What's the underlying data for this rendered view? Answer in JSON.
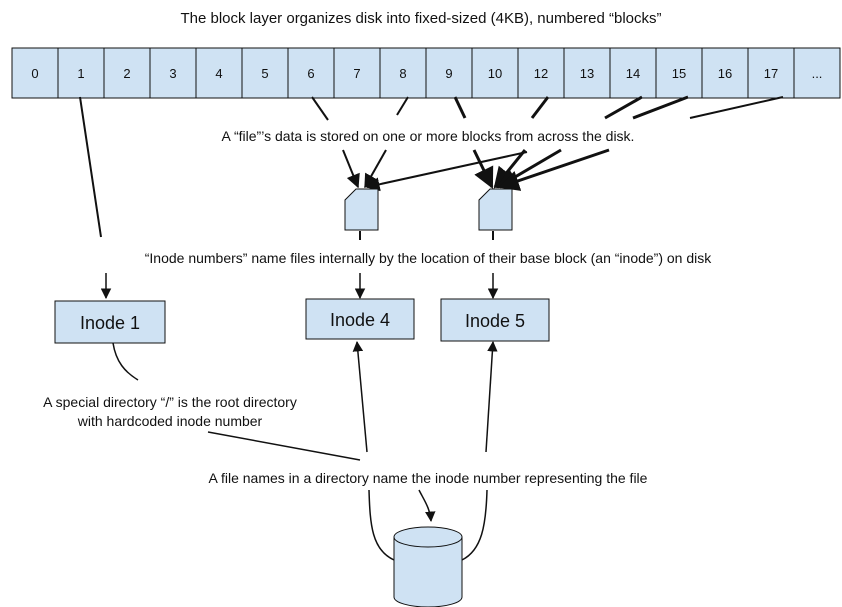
{
  "title": "The block layer organizes disk into fixed-sized (4KB), numbered “blocks”",
  "blocks": [
    "0",
    "1",
    "2",
    "3",
    "4",
    "5",
    "6",
    "7",
    "8",
    "9",
    "10",
    "12",
    "13",
    "14",
    "15",
    "16",
    "17",
    "..."
  ],
  "captions": {
    "file_data": "A “file”’s data is stored on one or more blocks from across the disk.",
    "inode_numbers": "“Inode numbers” name files internally by the location of their base block (an “inode”) on disk",
    "root_dir_line1": "A special directory “/” is the root directory",
    "root_dir_line2": "with hardcoded inode number",
    "dir_names": "A file names in a directory name the inode number representing the file"
  },
  "inodes": {
    "inode1": "Inode 1",
    "inode4": "Inode 4",
    "inode5": "Inode 5"
  },
  "colors": {
    "box_fill": "#cfe2f3",
    "stroke": "#111111"
  },
  "icons": [
    "file-icon",
    "file-icon",
    "database-icon"
  ]
}
